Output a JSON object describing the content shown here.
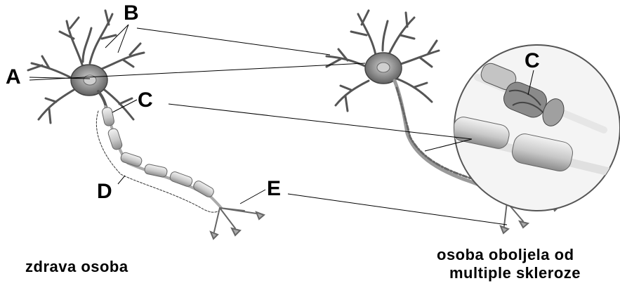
{
  "labels": {
    "a": "A",
    "b": "B",
    "c_left": "C",
    "c_right": "C",
    "d": "D",
    "e": "E"
  },
  "captions": {
    "healthy": "zdrava osoba",
    "ms_line1": "osoba oboljela od",
    "ms_line2": "multiple skleroze"
  },
  "colors": {
    "ink": "#000000",
    "cell_body": "#7a7a7a",
    "myelin_light": "#dcdcdc",
    "myelin_dark": "#9a9a9a",
    "axon": "#cfcfcf"
  }
}
